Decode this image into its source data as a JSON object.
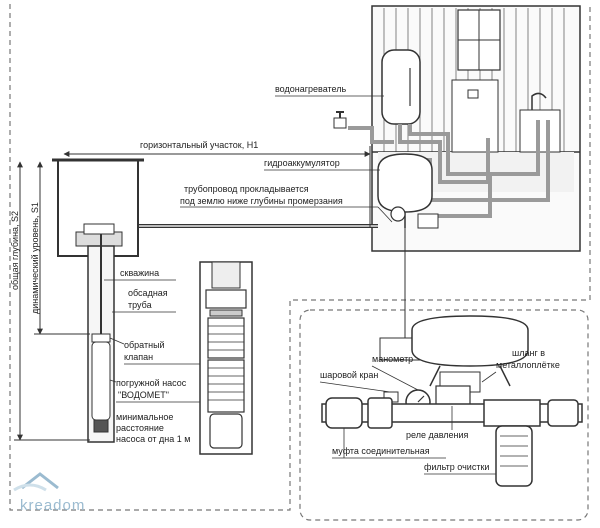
{
  "labels": {
    "water_heater": "водонагреватель",
    "horizontal_section": "горизонтальный участок, H1",
    "hydro_accumulator": "гидроаккумулятор",
    "pipeline_line1": "трубопровод прокладывается",
    "pipeline_line2": "под землю ниже глубины промерзания",
    "well": "скважина",
    "casing_line1": "обсадная",
    "casing_line2": "труба",
    "check_valve_line1": "обратный",
    "check_valve_line2": "клапан",
    "pump_line1": "погружной насос",
    "pump_line2": "\"ВОДОМЕТ\"",
    "min_dist_line1": "минимальное",
    "min_dist_line2": "расстояние",
    "min_dist_line3": "насоса от дна 1 м",
    "total_depth": "общая глубина, S2",
    "dynamic_level": "динамический уровень, S1",
    "manometer": "манометр",
    "ball_valve": "шаровой кран",
    "hose_line1": "шланг в",
    "hose_line2": "металлоплётке",
    "pressure_relay": "реле давления",
    "coupling": "муфта соединительная",
    "filter": "фильтр очистки",
    "brand": "kreadom"
  },
  "colors": {
    "line": "#333333",
    "pipe": "#9a9a9a",
    "dash": "#777777",
    "brand": "#9bbbd0",
    "fill_light": "#eeeeee"
  }
}
